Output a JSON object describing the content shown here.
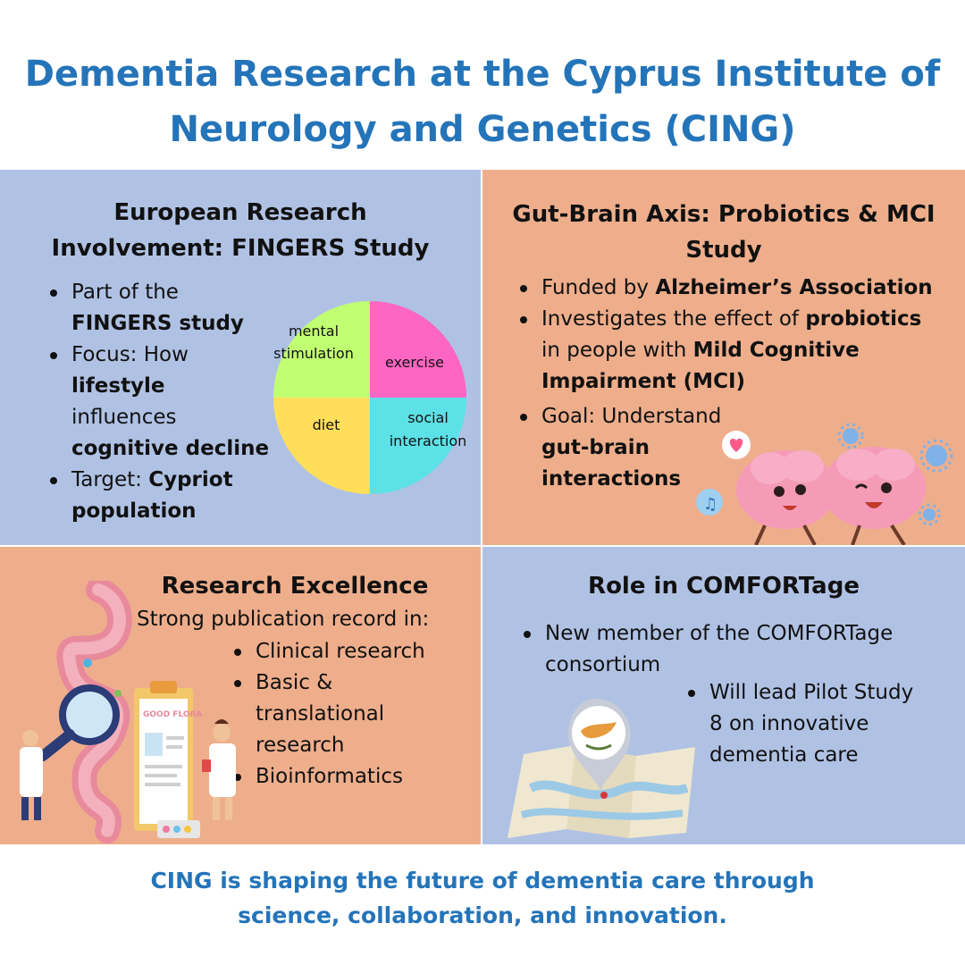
{
  "title": {
    "line1": "Dementia Research at the Cyprus Institute of",
    "line2": "Neurology and Genetics (CING)"
  },
  "fingers": {
    "heading_line1": "European Research",
    "heading_line2": "Involvement: FINGERS Study",
    "b1_a": "Part of the",
    "b1_bold": "FINGERS study",
    "b2_a": "Focus: How",
    "b2_bold1": "lifestyle",
    "b2_b": "influences",
    "b2_bold2": "cognitive decline",
    "b3_a": "Target:",
    "b3_bold1": "Cypriot",
    "b3_bold2": "population",
    "pie": {
      "slices": [
        {
          "label_line1": "exercise",
          "label_line2": "",
          "color": "#ff66c4"
        },
        {
          "label_line1": "social",
          "label_line2": "interaction",
          "color": "#5ce1e6"
        },
        {
          "label_line1": "diet",
          "label_line2": "",
          "color": "#ffde59"
        },
        {
          "label_line1": "mental",
          "label_line2": "stimulation",
          "color": "#c1ff72"
        }
      ]
    }
  },
  "gutbrain": {
    "heading_line1": "Gut-Brain Axis: Probiotics & MCI",
    "heading_line2": "Study",
    "b1_a": "Funded by",
    "b1_bold": "Alzheimer’s Association",
    "b2_a": "Investigates the effect of",
    "b2_bold1": "probiotics",
    "b2_b": "in people with",
    "b2_bold2": "Mild Cognitive",
    "b2_bold3": "Impairment (MCI)",
    "b3_a": "Goal: Understand",
    "b3_bold1": "gut-brain",
    "b3_bold2": "interactions"
  },
  "excellence": {
    "heading": "Research Excellence",
    "intro": "Strong publication record in:",
    "items": [
      "Clinical research",
      "Basic &",
      "translational",
      "research",
      "Bioinformatics"
    ],
    "illustration_sign": "GOOD FLORA"
  },
  "comfortage": {
    "heading": "Role in COMFORTage",
    "b1_line1": "New member of the COMFORTage",
    "b1_line2": "consortium",
    "b2_line1": "Will lead Pilot Study",
    "b2_line2": "8 on innovative",
    "b2_line3": "dementia care"
  },
  "footer": {
    "line1": "CING is shaping the future of dementia care through",
    "line2": "science, collaboration, and innovation."
  },
  "colors": {
    "title": "#2474b9",
    "blue_panel": "#b0c2e4",
    "orange_panel": "#eeae8c"
  },
  "icons": [
    "brain-characters-illustration",
    "heart-bubble-icon",
    "music-note-icon",
    "virus-icon",
    "gut-magnifier-illustration",
    "cyprus-map-pin-illustration"
  ]
}
